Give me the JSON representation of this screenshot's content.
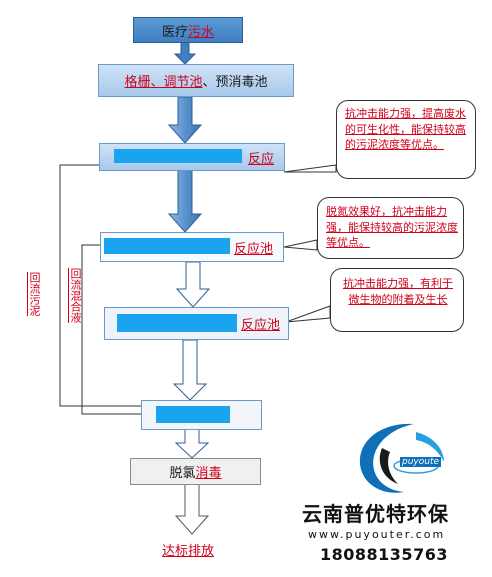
{
  "steps": [
    {
      "black": "医疗",
      "red": "污水"
    },
    {
      "red": "格栅、调节池",
      "black": "、预消毒池"
    },
    {
      "red": "反应"
    },
    {
      "red": "反应池"
    },
    {
      "red": "反应池"
    },
    {
      "red": ""
    },
    {
      "black": "脱氯",
      "red": "消毒"
    }
  ],
  "outlet": "达标排放",
  "callouts": [
    {
      "text": "抗冲击能力强，提高废水的可生化性，能保持较高的污泥浓度等优点。"
    },
    {
      "text": "脱氮效果好，抗冲击能力强，能保持较高的污泥浓度等优点。"
    },
    {
      "text": "抗冲击能力强，有利于微生物的附着及生长"
    }
  ],
  "return_labels": [
    "回流污泥",
    "回流混合液"
  ],
  "brand": {
    "logo_text": "puyoute",
    "name": "云南普优特环保",
    "url": "www.puyouter.com",
    "phone": "18088135763"
  },
  "colors": {
    "accent_red": "#d0021b",
    "box_blue": "#4a8fd0",
    "box_light": "#bcd6f1",
    "mask_cyan": "#1aa3ee"
  }
}
